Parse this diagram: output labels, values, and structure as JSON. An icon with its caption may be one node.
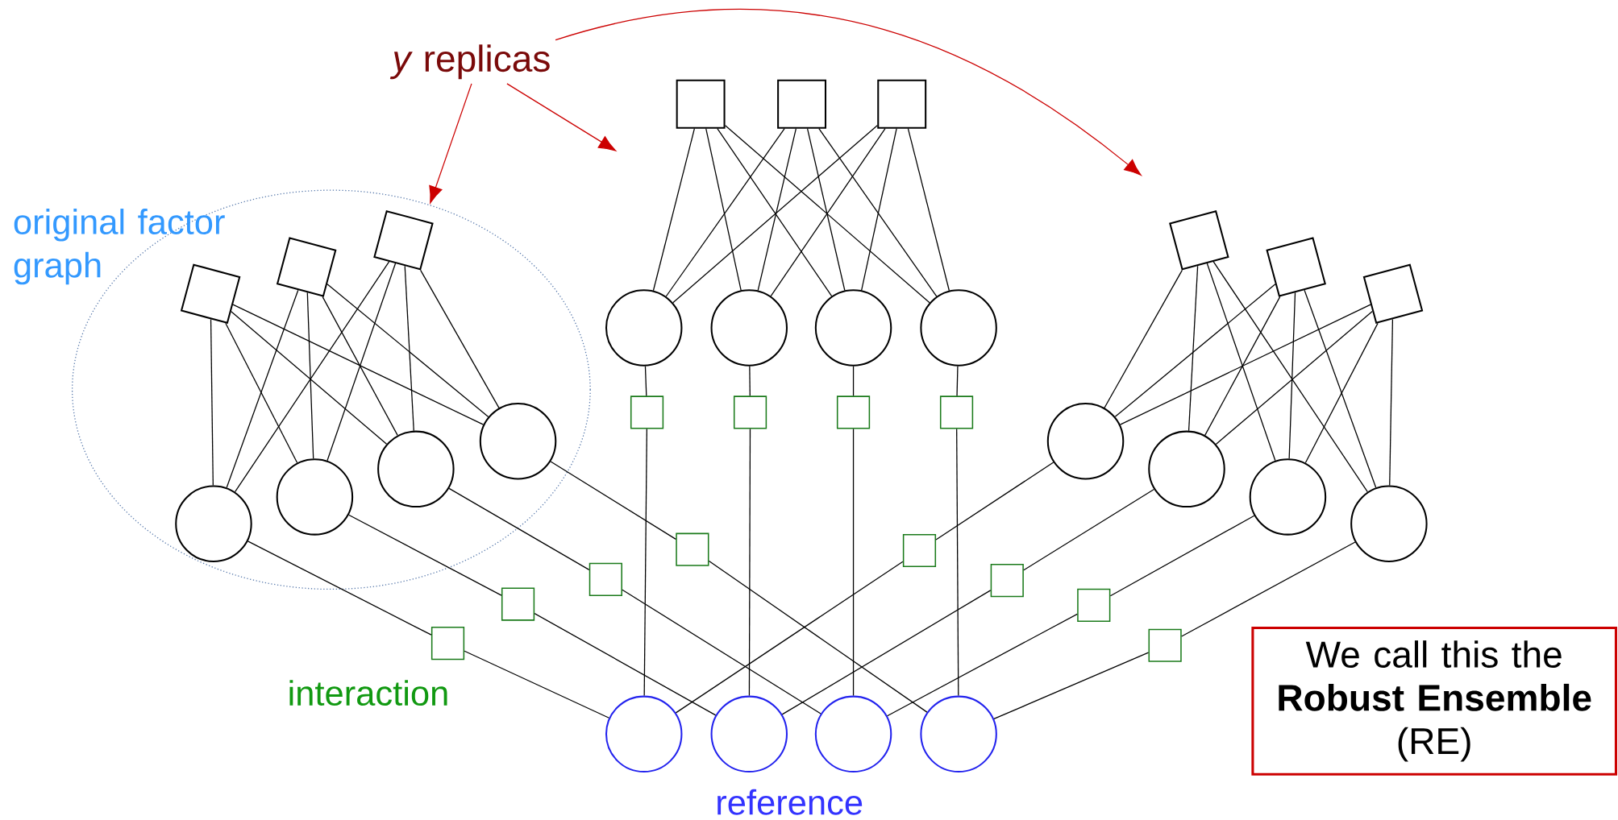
{
  "diagram": {
    "nodes": [
      {
        "text": [
          "*y* replicas"
        ]
      },
      {
        "text": [
          "original factor graph"
        ]
      },
      {
        "text": [],
        "shape": "box",
        "in": 1
      },
      {
        "text": [],
        "shape": "box",
        "in": 1
      },
      {
        "text": [],
        "shape": "box",
        "in": 1
      },
      {
        "text": [],
        "shape": "circle",
        "in": 1
      },
      {
        "text": [],
        "shape": "circle",
        "in": 1
      },
      {
        "text": [],
        "shape": "circle",
        "in": 1
      },
      {
        "text": [],
        "shape": "circle",
        "in": 1
      },
      {
        "text": [],
        "shape": "box"
      },
      {
        "text": [],
        "shape": "box"
      },
      {
        "text": [],
        "shape": "box"
      },
      {
        "text": [],
        "shape": "circle"
      },
      {
        "text": [],
        "shape": "circle"
      },
      {
        "text": [],
        "shape": "circle"
      },
      {
        "text": [],
        "shape": "circle"
      },
      {
        "text": [],
        "shape": "box"
      },
      {
        "text": [],
        "shape": "box"
      },
      {
        "text": [],
        "shape": "box"
      },
      {
        "text": [],
        "shape": "circle"
      },
      {
        "text": [],
        "shape": "circle"
      },
      {
        "text": [],
        "shape": "circle"
      },
      {
        "text": [],
        "shape": "circle"
      },
      {
        "text": [],
        "shape": "box"
      },
      {
        "text": [],
        "shape": "box"
      },
      {
        "text": [],
        "shape": "box"
      },
      {
        "text": [],
        "shape": "box"
      },
      {
        "text": [],
        "shape": "box"
      },
      {
        "text": [],
        "shape": "box"
      },
      {
        "text": [],
        "shape": "box"
      },
      {
        "text": [],
        "shape": "box"
      },
      {
        "text": [],
        "shape": "box"
      },
      {
        "text": [],
        "shape": "box"
      },
      {
        "text": [],
        "shape": "box"
      },
      {
        "text": [],
        "shape": "box"
      },
      {
        "text": [],
        "shape": "circle"
      },
      {
        "text": [],
        "shape": "circle"
      },
      {
        "text": [],
        "shape": "circle"
      },
      {
        "text": [],
        "shape": "circle"
      },
      {
        "text": [
          "We call this the **Robust Ensemble** (RE)"
        ]
      }
    ],
    "edges": [
      {
        "from": 0,
        "to": 1,
        "arrow": "to",
        "color": "#cc0000"
      },
      {
        "from": 0,
        "to": null,
        "arrow": "to",
        "color": "#cc0000"
      },
      {
        "from": 0,
        "to": null,
        "arrow": "to",
        "color": "#cc0000"
      },
      {
        "from": 2,
        "to": 5,
        "arrow": "none"
      },
      {
        "from": 2,
        "to": 6,
        "arrow": "none"
      },
      {
        "from": 2,
        "to": 7,
        "arrow": "none"
      },
      {
        "from": 2,
        "to": 8,
        "arrow": "none"
      },
      {
        "from": 3,
        "to": 5,
        "arrow": "none"
      },
      {
        "from": 3,
        "to": 6,
        "arrow": "none"
      },
      {
        "from": 3,
        "to": 7,
        "arrow": "none"
      },
      {
        "from": 3,
        "to": 8,
        "arrow": "none"
      },
      {
        "from": 4,
        "to": 5,
        "arrow": "none"
      },
      {
        "from": 4,
        "to": 6,
        "arrow": "none"
      },
      {
        "from": 4,
        "to": 7,
        "arrow": "none"
      },
      {
        "from": 4,
        "to": 8,
        "arrow": "none"
      },
      {
        "from": 9,
        "to": 12,
        "arrow": "none"
      },
      {
        "from": 9,
        "to": 13,
        "arrow": "none"
      },
      {
        "from": 9,
        "to": 14,
        "arrow": "none"
      },
      {
        "from": 9,
        "to": 15,
        "arrow": "none"
      },
      {
        "from": 10,
        "to": 12,
        "arrow": "none"
      },
      {
        "from": 10,
        "to": 13,
        "arrow": "none"
      },
      {
        "from": 10,
        "to": 14,
        "arrow": "none"
      },
      {
        "from": 10,
        "to": 15,
        "arrow": "none"
      },
      {
        "from": 11,
        "to": 12,
        "arrow": "none"
      },
      {
        "from": 11,
        "to": 13,
        "arrow": "none"
      },
      {
        "from": 11,
        "to": 14,
        "arrow": "none"
      },
      {
        "from": 11,
        "to": 15,
        "arrow": "none"
      },
      {
        "from": 16,
        "to": 19,
        "arrow": "none"
      },
      {
        "from": 16,
        "to": 20,
        "arrow": "none"
      },
      {
        "from": 16,
        "to": 21,
        "arrow": "none"
      },
      {
        "from": 16,
        "to": 22,
        "arrow": "none"
      },
      {
        "from": 17,
        "to": 19,
        "arrow": "none"
      },
      {
        "from": 17,
        "to": 20,
        "arrow": "none"
      },
      {
        "from": 17,
        "to": 21,
        "arrow": "none"
      },
      {
        "from": 17,
        "to": 22,
        "arrow": "none"
      },
      {
        "from": 18,
        "to": 19,
        "arrow": "none"
      },
      {
        "from": 18,
        "to": 20,
        "arrow": "none"
      },
      {
        "from": 18,
        "to": 21,
        "arrow": "none"
      },
      {
        "from": 18,
        "to": 22,
        "arrow": "none"
      },
      {
        "from": 5,
        "to": 23,
        "arrow": "none"
      },
      {
        "from": 6,
        "to": 24,
        "arrow": "none"
      },
      {
        "from": 7,
        "to": 25,
        "arrow": "none"
      },
      {
        "from": 8,
        "to": 26,
        "arrow": "none"
      },
      {
        "from": 12,
        "to": 27,
        "arrow": "none"
      },
      {
        "from": 13,
        "to": 28,
        "arrow": "none"
      },
      {
        "from": 14,
        "to": 29,
        "arrow": "none"
      },
      {
        "from": 15,
        "to": 30,
        "arrow": "none"
      },
      {
        "from": 19,
        "to": 31,
        "arrow": "none"
      },
      {
        "from": 20,
        "to": 32,
        "arrow": "none"
      },
      {
        "from": 21,
        "to": 33,
        "arrow": "none"
      },
      {
        "from": 22,
        "to": 34,
        "arrow": "none"
      },
      {
        "from": 23,
        "to": 35,
        "arrow": "none"
      },
      {
        "from": 24,
        "to": 36,
        "arrow": "none"
      },
      {
        "from": 25,
        "to": 37,
        "arrow": "none"
      },
      {
        "from": 26,
        "to": 38,
        "arrow": "none"
      },
      {
        "from": 27,
        "to": 35,
        "arrow": "none"
      },
      {
        "from": 28,
        "to": 36,
        "arrow": "none"
      },
      {
        "from": 29,
        "to": 37,
        "arrow": "none"
      },
      {
        "from": 30,
        "to": 38,
        "arrow": "none"
      },
      {
        "from": 31,
        "to": 35,
        "arrow": "none"
      },
      {
        "from": 32,
        "to": 36,
        "arrow": "none"
      },
      {
        "from": 33,
        "to": 37,
        "arrow": "none"
      },
      {
        "from": 34,
        "to": 38,
        "arrow": "none"
      }
    ],
    "labels": [
      "interaction",
      "reference"
    ]
  }
}
